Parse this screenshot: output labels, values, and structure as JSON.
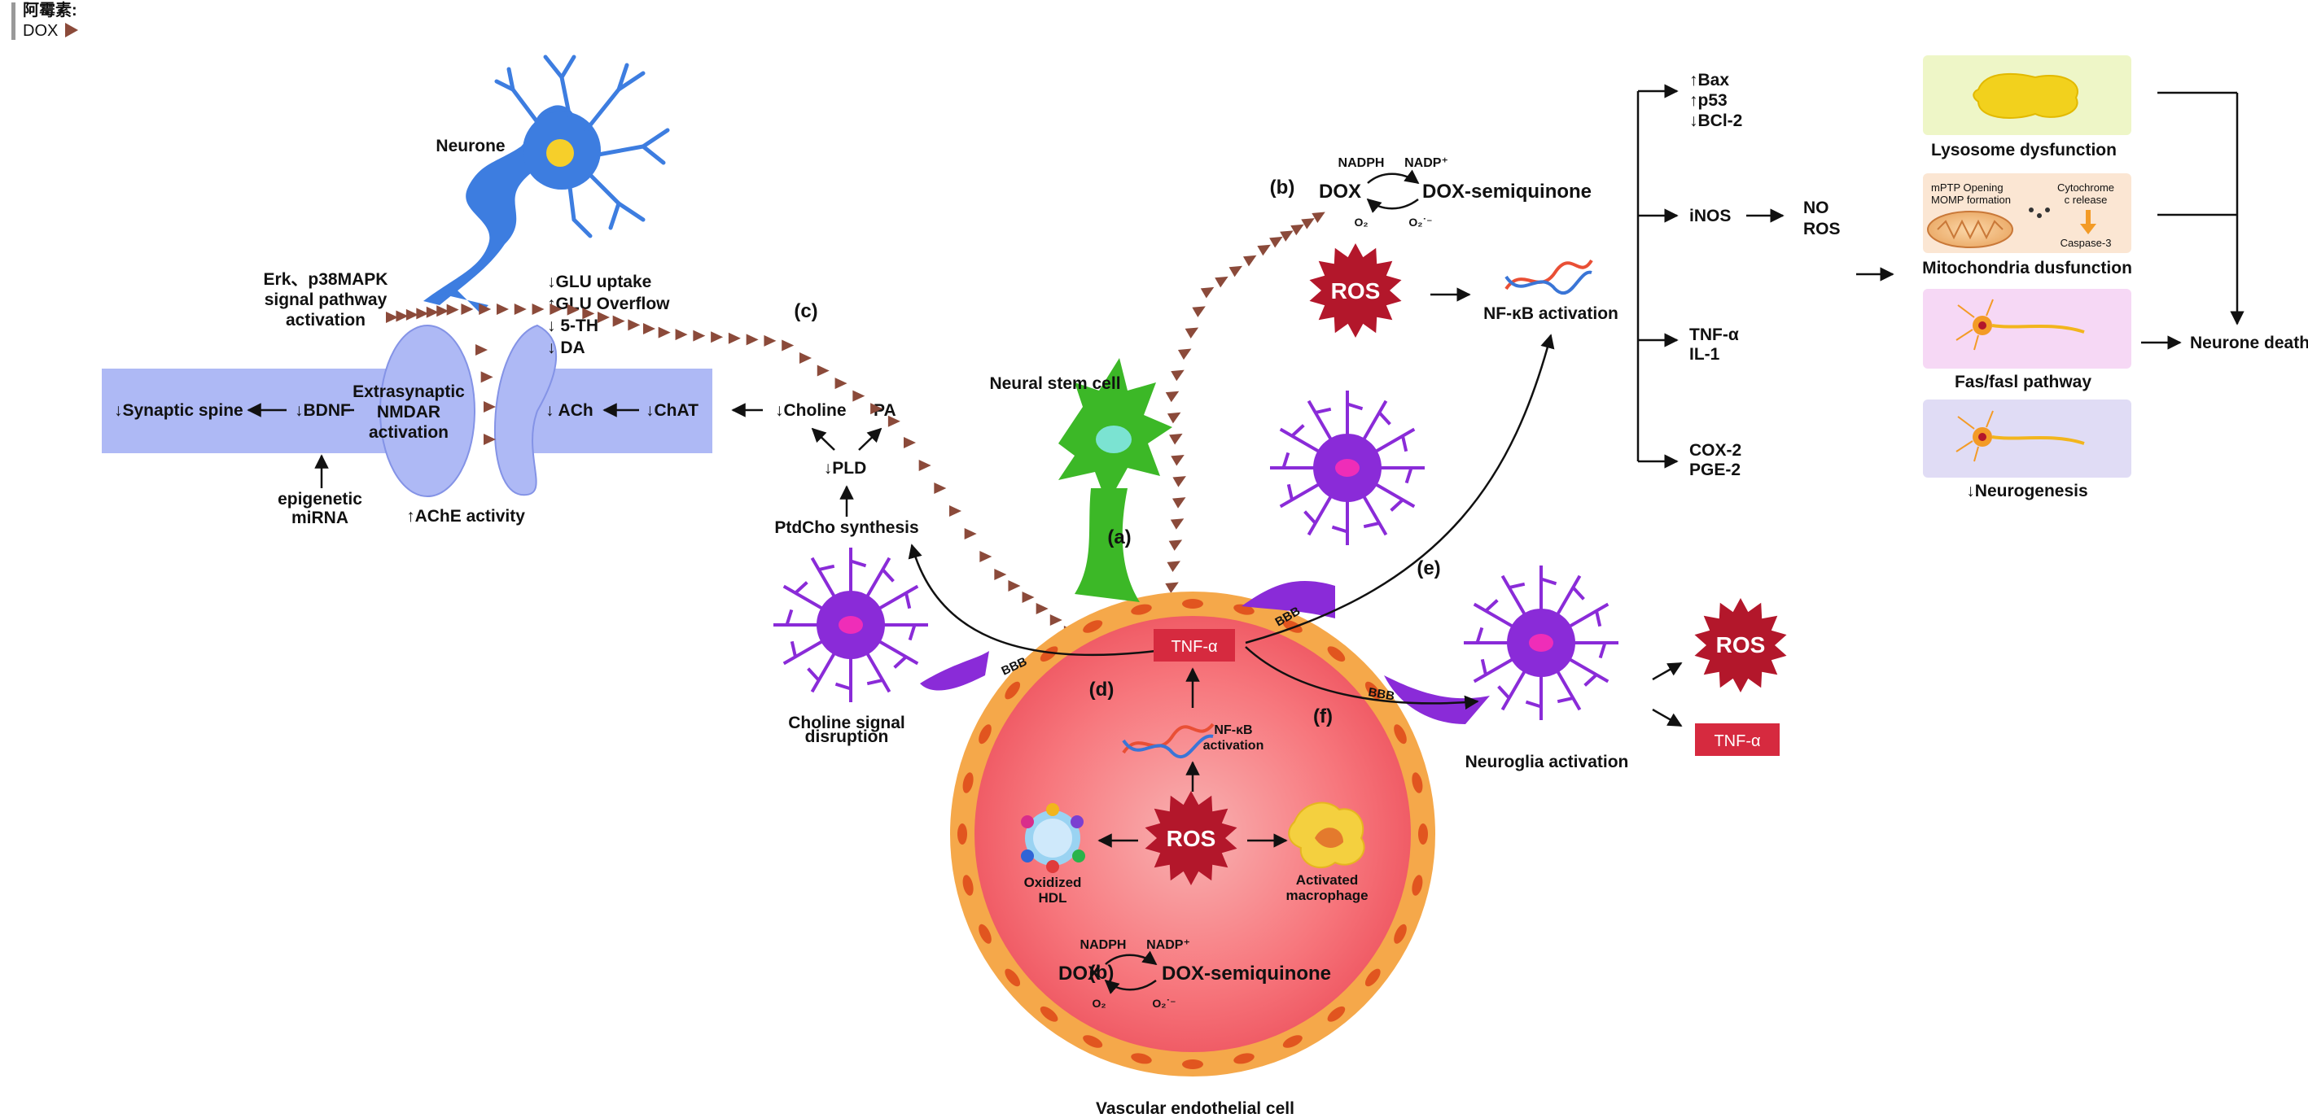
{
  "legend": {
    "title": "阿霉素:",
    "dox_label": "DOX",
    "marker_color": "#8b4a3a"
  },
  "neurone": {
    "label": "Neurone",
    "erk": [
      "Erk、p38MAPK",
      "signal pathway",
      "activation"
    ],
    "glu_lines": [
      "↓GLU uptake",
      "↑GLU Overflow",
      "↓ 5-TH",
      "↓ DA"
    ],
    "synaptic_spine": "↓Synaptic spine",
    "bdnf": "↓BDNF",
    "nmdar": [
      "Extrasynaptic",
      "NMDAR",
      "activation"
    ],
    "epigenetic": [
      "epigenetic",
      "miRNA"
    ],
    "ache": "↑AChE activity",
    "ach": "↓ ACh",
    "chat": "↓ChAT"
  },
  "choline": {
    "label_c": "(c)",
    "choline": "↓Choline",
    "pa": "PA",
    "pld": "↓PLD",
    "ptdcho": "PtdCho synthesis",
    "disruption": [
      "Choline signal",
      "disruption"
    ]
  },
  "nsc": {
    "label": "Neural stem cell",
    "label_a": "(a)"
  },
  "dox_top": {
    "label_b": "(b)",
    "nadph": "NADPH",
    "nadp": "NADP⁺",
    "dox": "DOX",
    "semi": "DOX-semiquinone",
    "o2": "O₂",
    "o2r": "O₂˙⁻"
  },
  "ros_top": "ROS",
  "nfkb_top": "NF-κB activation",
  "label_e": "(e)",
  "bbb": "BBB",
  "vessel": {
    "tnf": "TNF-α",
    "label_d": "(d)",
    "label_f": "(f)",
    "nfkb": [
      "NF-κB",
      "activation"
    ],
    "ros": "ROS",
    "hdl": [
      "Oxidized",
      "HDL"
    ],
    "macrophage": [
      "Activated",
      "macrophage"
    ],
    "label_b": "(b)",
    "nadph": "NADPH",
    "nadp": "NADP⁺",
    "dox": "DOX",
    "semi": "DOX-semiquinone",
    "o2": "O₂",
    "o2r": "O₂˙⁻",
    "caption": "Vascular endothelial cell"
  },
  "glia": {
    "label": "Neuroglia activation",
    "ros": "ROS",
    "tnf": "TNF-α"
  },
  "branches": {
    "b1": [
      "↑Bax",
      "↑p53",
      "↓BCl-2"
    ],
    "inos": "iNOS",
    "no_ros": [
      "NO",
      "ROS"
    ],
    "b3": [
      "TNF-α",
      "IL-1"
    ],
    "b4": [
      "COX-2",
      "PGE-2"
    ]
  },
  "outcomes": {
    "lysosome": "Lysosome dysfunction",
    "mito_texts": [
      "mPTP Opening",
      "MOMP formation",
      "Cytochrome",
      "c release",
      "Caspase-3"
    ],
    "mito": "Mitochondria dusfunction",
    "fas": "Fas/fasl pathway",
    "neurogenesis": "↓Neurogenesis",
    "death": "Neurone death"
  },
  "colors": {
    "synapse": "#aeb9f5",
    "synapse_stroke": "#7f8fe0",
    "vessel": "#f7747b",
    "vessel_rim": "#f5a84a",
    "glia": "#8a2bd8",
    "neuron_blue": "#3d7de0",
    "nsc_green": "#3cb827",
    "ros_red": "#b3172b",
    "tnf_red": "#d62a3f"
  }
}
